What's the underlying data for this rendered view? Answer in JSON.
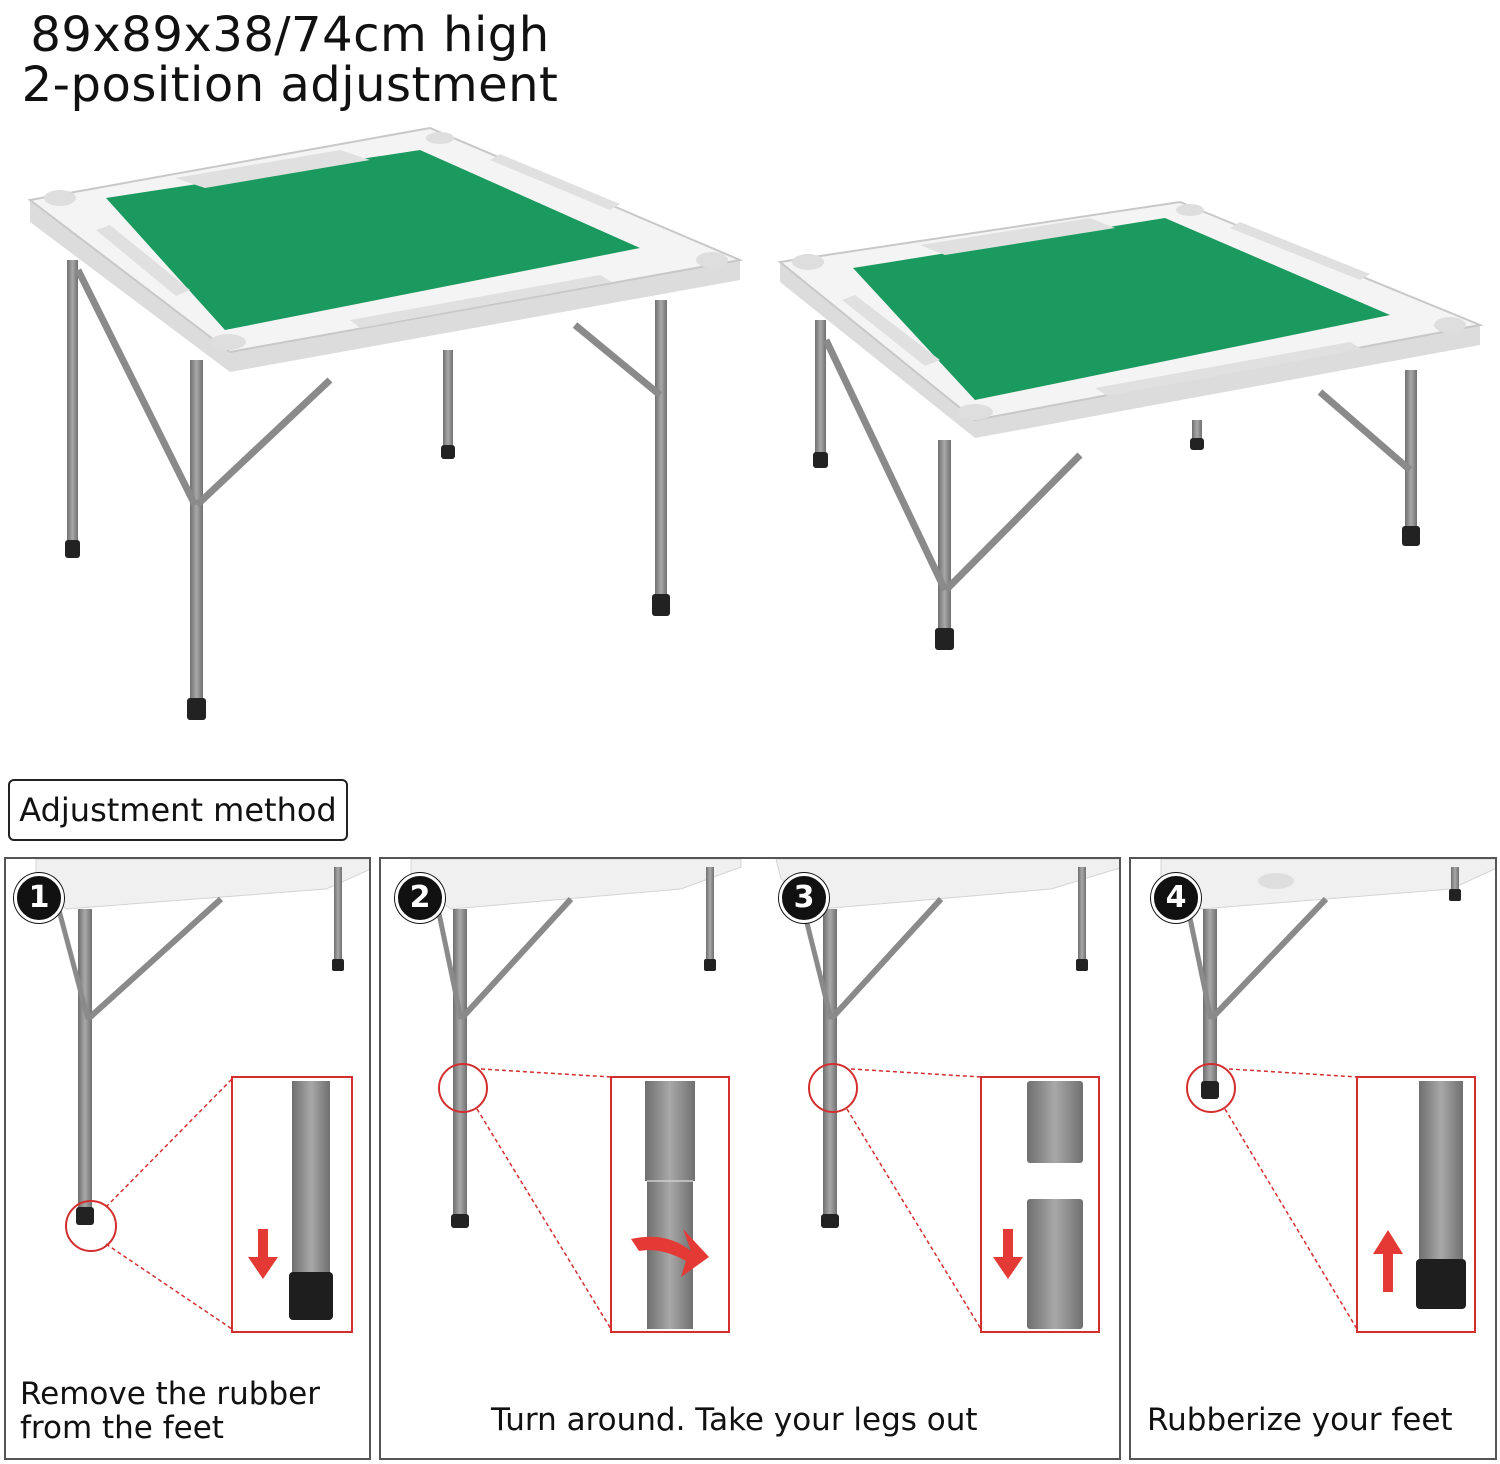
{
  "heading": {
    "line1": "89x89x38/74cm high",
    "line2": "2-position adjustment"
  },
  "colors": {
    "felt": "#1a9a5e",
    "table_white": "#f2f2f2",
    "leg_gray": "#8c8c8c",
    "highlight_red": "#e53935"
  },
  "method": {
    "label": "Adjustment method"
  },
  "steps": [
    {
      "number": "1",
      "caption_line1": "Remove the rubber",
      "caption_line2": "from the feet",
      "arrow": "down-arrow"
    },
    {
      "number": "2",
      "caption": "Turn around. Take your legs out",
      "arrow": "curved-arrow"
    },
    {
      "number": "3",
      "arrow": "down-arrow"
    },
    {
      "number": "4",
      "caption": "Rubberize your feet",
      "arrow": "up-arrow"
    }
  ]
}
